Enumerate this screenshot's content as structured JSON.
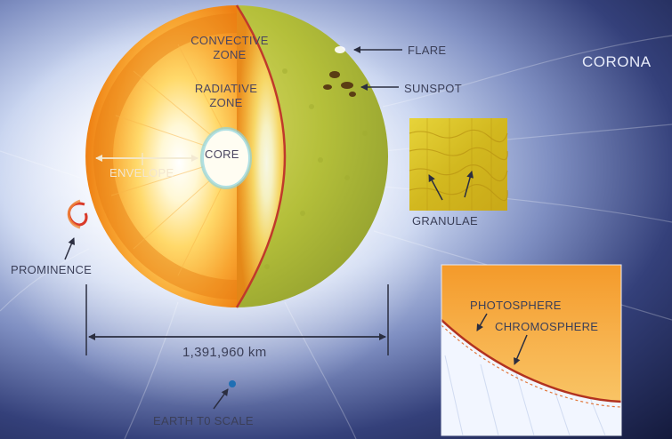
{
  "labels": {
    "corona": "CORONA",
    "flare": "FLARE",
    "sunspot": "SUNSPOT",
    "convective_zone_1": "CONVECTIVE",
    "convective_zone_2": "ZONE",
    "radiative_zone_1": "RADIATIVE",
    "radiative_zone_2": "ZONE",
    "core": "CORE",
    "envelope": "ENVELOPE",
    "granulae": "GRANULAE",
    "prominence": "PROMINENCE",
    "photosphere": "PHOTOSPHERE",
    "chromosphere": "CHROMOSPHERE",
    "diameter": "1,391,960 km",
    "earth_scale": "EARTH T0 SCALE"
  },
  "colors": {
    "space": "#141a3c",
    "sun_orange": "#f28c1c",
    "sun_surface": "#b9c43c",
    "core_glow": "#fffbe6",
    "rim": "#c0392b",
    "earth": "#1f6fb4"
  }
}
